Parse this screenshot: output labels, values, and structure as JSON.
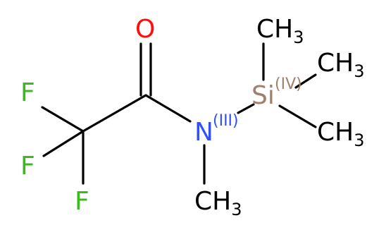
{
  "molecule": {
    "atoms": {
      "oxygen": {
        "symbol": "O",
        "color": "#ff0d0d"
      },
      "nitrogen": {
        "symbol": "N",
        "oxidation": "(III)",
        "color": "#3050f8"
      },
      "silicon": {
        "symbol": "Si",
        "oxidation": "(IV)",
        "color": "#a0806c"
      },
      "fluorine_1": {
        "symbol": "F",
        "color": "#3cb91e"
      },
      "fluorine_2": {
        "symbol": "F",
        "color": "#3cb91e"
      },
      "fluorine_3": {
        "symbol": "F",
        "color": "#3cb91e"
      }
    },
    "methyl_groups": {
      "si_top": {
        "label": "CH",
        "subscript": "3"
      },
      "si_right": {
        "label": "CH",
        "subscript": "3"
      },
      "si_lower": {
        "label": "CH",
        "subscript": "3"
      },
      "n_methyl": {
        "label": "CH",
        "subscript": "3"
      }
    }
  }
}
